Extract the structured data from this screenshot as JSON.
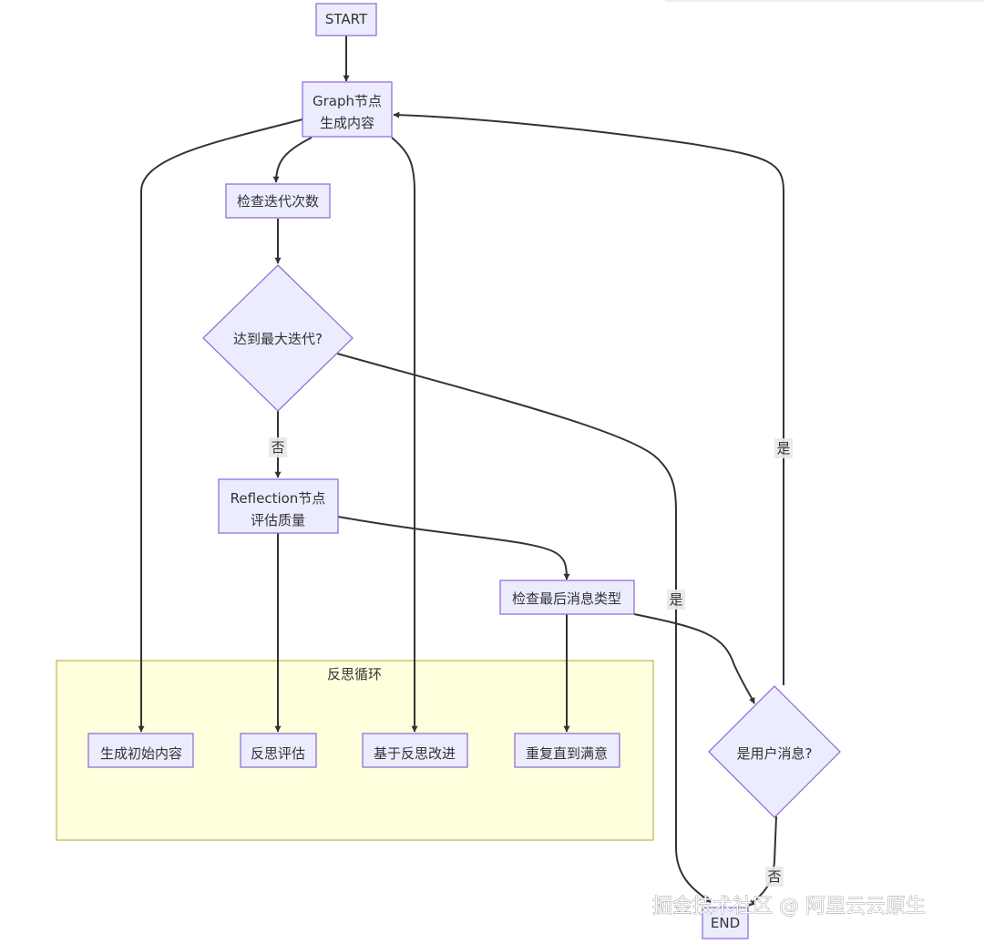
{
  "colors": {
    "node_fill": "#ECECFF",
    "node_stroke": "#9370DB",
    "edge": "#333333",
    "cluster_fill": "#ffffde",
    "cluster_stroke": "#aaaa33"
  },
  "nodes": {
    "start": [
      "START"
    ],
    "graph": [
      "Graph节点",
      "生成内容"
    ],
    "check_iter": [
      "检查迭代次数"
    ],
    "max_iter": [
      "达到最大迭代?"
    ],
    "reflection": [
      "Reflection节点",
      "评估质量"
    ],
    "check_msg": [
      "检查最后消息类型"
    ],
    "is_user": [
      "是用户消息?"
    ],
    "gen_initial": [
      "生成初始内容"
    ],
    "reflect_eval": [
      "反思评估"
    ],
    "improve": [
      "基于反思改进"
    ],
    "repeat": [
      "重复直到满意"
    ],
    "end": [
      "END"
    ]
  },
  "cluster": {
    "title": "反思循环"
  },
  "edge_labels": {
    "no_1": "否",
    "yes_1": "是",
    "yes_2": "是",
    "no_2": "否"
  },
  "watermark": "掘金技术社区 @ 阿里云云原生"
}
